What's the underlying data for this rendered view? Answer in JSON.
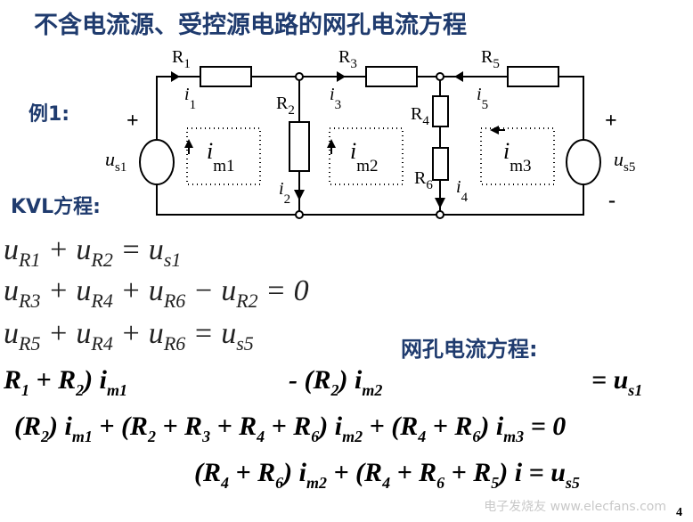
{
  "title": "不含电流源、受控源电路的网孔电流方程",
  "example_label": "例1:",
  "kvl_label": "KVL方程:",
  "mesh_label": "网孔电流方程:",
  "page_number": "4",
  "watermark": "电子发烧友 www.elecfans.com",
  "circuit": {
    "R1": "R",
    "R1s": "1",
    "R2": "R",
    "R2s": "2",
    "R3": "R",
    "R3s": "3",
    "R4": "R",
    "R4s": "4",
    "R5": "R",
    "R5s": "5",
    "R6": "R",
    "R6s": "6",
    "i1": "i",
    "i1s": "1",
    "i2": "i",
    "i2s": "2",
    "i3": "i",
    "i3s": "3",
    "i4": "i",
    "i4s": "4",
    "i5": "i",
    "i5s": "5",
    "im1": "i",
    "im1s": "m1",
    "im2": "i",
    "im2s": "m2",
    "im3": "i",
    "im3s": "m3",
    "us1": "u",
    "us1s": "s1",
    "us5": "u",
    "us5s": "s5",
    "plus": "+",
    "minus": "-"
  },
  "kvl_equations": [
    [
      [
        "u",
        "R1"
      ],
      [
        " + u",
        "R2"
      ],
      [
        " = u",
        "s1"
      ]
    ],
    [
      [
        "u",
        "R3"
      ],
      [
        " + u",
        "R4"
      ],
      [
        " + u",
        "R6"
      ],
      [
        " − u",
        "R2"
      ],
      [
        " = 0",
        ""
      ]
    ],
    [
      [
        "u",
        "R5"
      ],
      [
        " + u",
        "R4"
      ],
      [
        " + u",
        "R6"
      ],
      [
        " = u",
        "s5"
      ]
    ]
  ],
  "mesh_equations": [
    [
      [
        "R",
        "1"
      ],
      [
        " + R",
        "2"
      ],
      [
        ") i",
        "m1"
      ]
    ],
    [
      [
        "- (R",
        "2"
      ],
      [
        ") i",
        "m2"
      ]
    ],
    [
      [
        "= u",
        "s1"
      ]
    ],
    [
      [
        "(R",
        "2"
      ],
      [
        ") i",
        "m1"
      ],
      [
        " + (R",
        "2"
      ],
      [
        " + R",
        "3"
      ],
      [
        " + R",
        "4"
      ],
      [
        " + R",
        "6"
      ],
      [
        ") i",
        "m2"
      ],
      [
        " + (R",
        "4"
      ],
      [
        " + R",
        "6"
      ],
      [
        ") i",
        "m3"
      ],
      [
        " = 0",
        ""
      ]
    ],
    [
      [
        "(R",
        "4"
      ],
      [
        " + R",
        "6"
      ],
      [
        ") i",
        "m2"
      ],
      [
        " + (R",
        "4"
      ],
      [
        " + R",
        "6"
      ],
      [
        " + R",
        "5"
      ],
      [
        ") i",
        ""
      ],
      [
        " = u",
        "s5"
      ]
    ]
  ]
}
